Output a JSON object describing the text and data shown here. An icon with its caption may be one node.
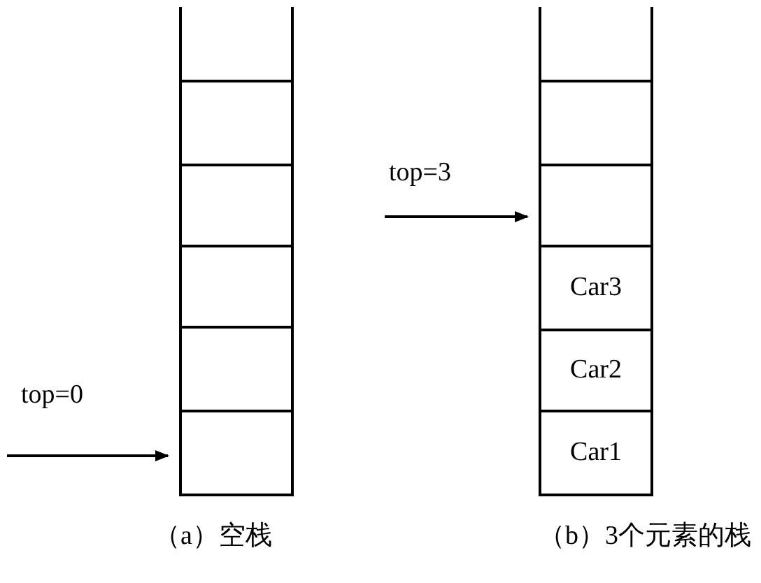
{
  "diagram": {
    "nodes": [
      {
        "text": [],
        "shape": "box"
      },
      {
        "text": [],
        "shape": "box"
      },
      {
        "text": [],
        "shape": "box"
      },
      {
        "text": [],
        "shape": "box"
      },
      {
        "text": [],
        "shape": "box"
      },
      {
        "text": [],
        "shape": "box"
      },
      {
        "text": [],
        "shape": "box"
      },
      {
        "text": [],
        "shape": "box"
      },
      {
        "text": [],
        "shape": "box"
      },
      {
        "text": [
          "Car3"
        ]
      },
      {
        "text": [
          "Car2"
        ]
      },
      {
        "text": [
          "Car1"
        ]
      }
    ],
    "edges": [
      {
        "from": null,
        "to": 5,
        "arrow": "to",
        "label": "top=0"
      },
      {
        "from": null,
        "to": 8,
        "arrow": "to",
        "label": "top=3"
      }
    ],
    "labels": [
      "（a）空栈",
      "（b）3个元素的栈"
    ]
  }
}
